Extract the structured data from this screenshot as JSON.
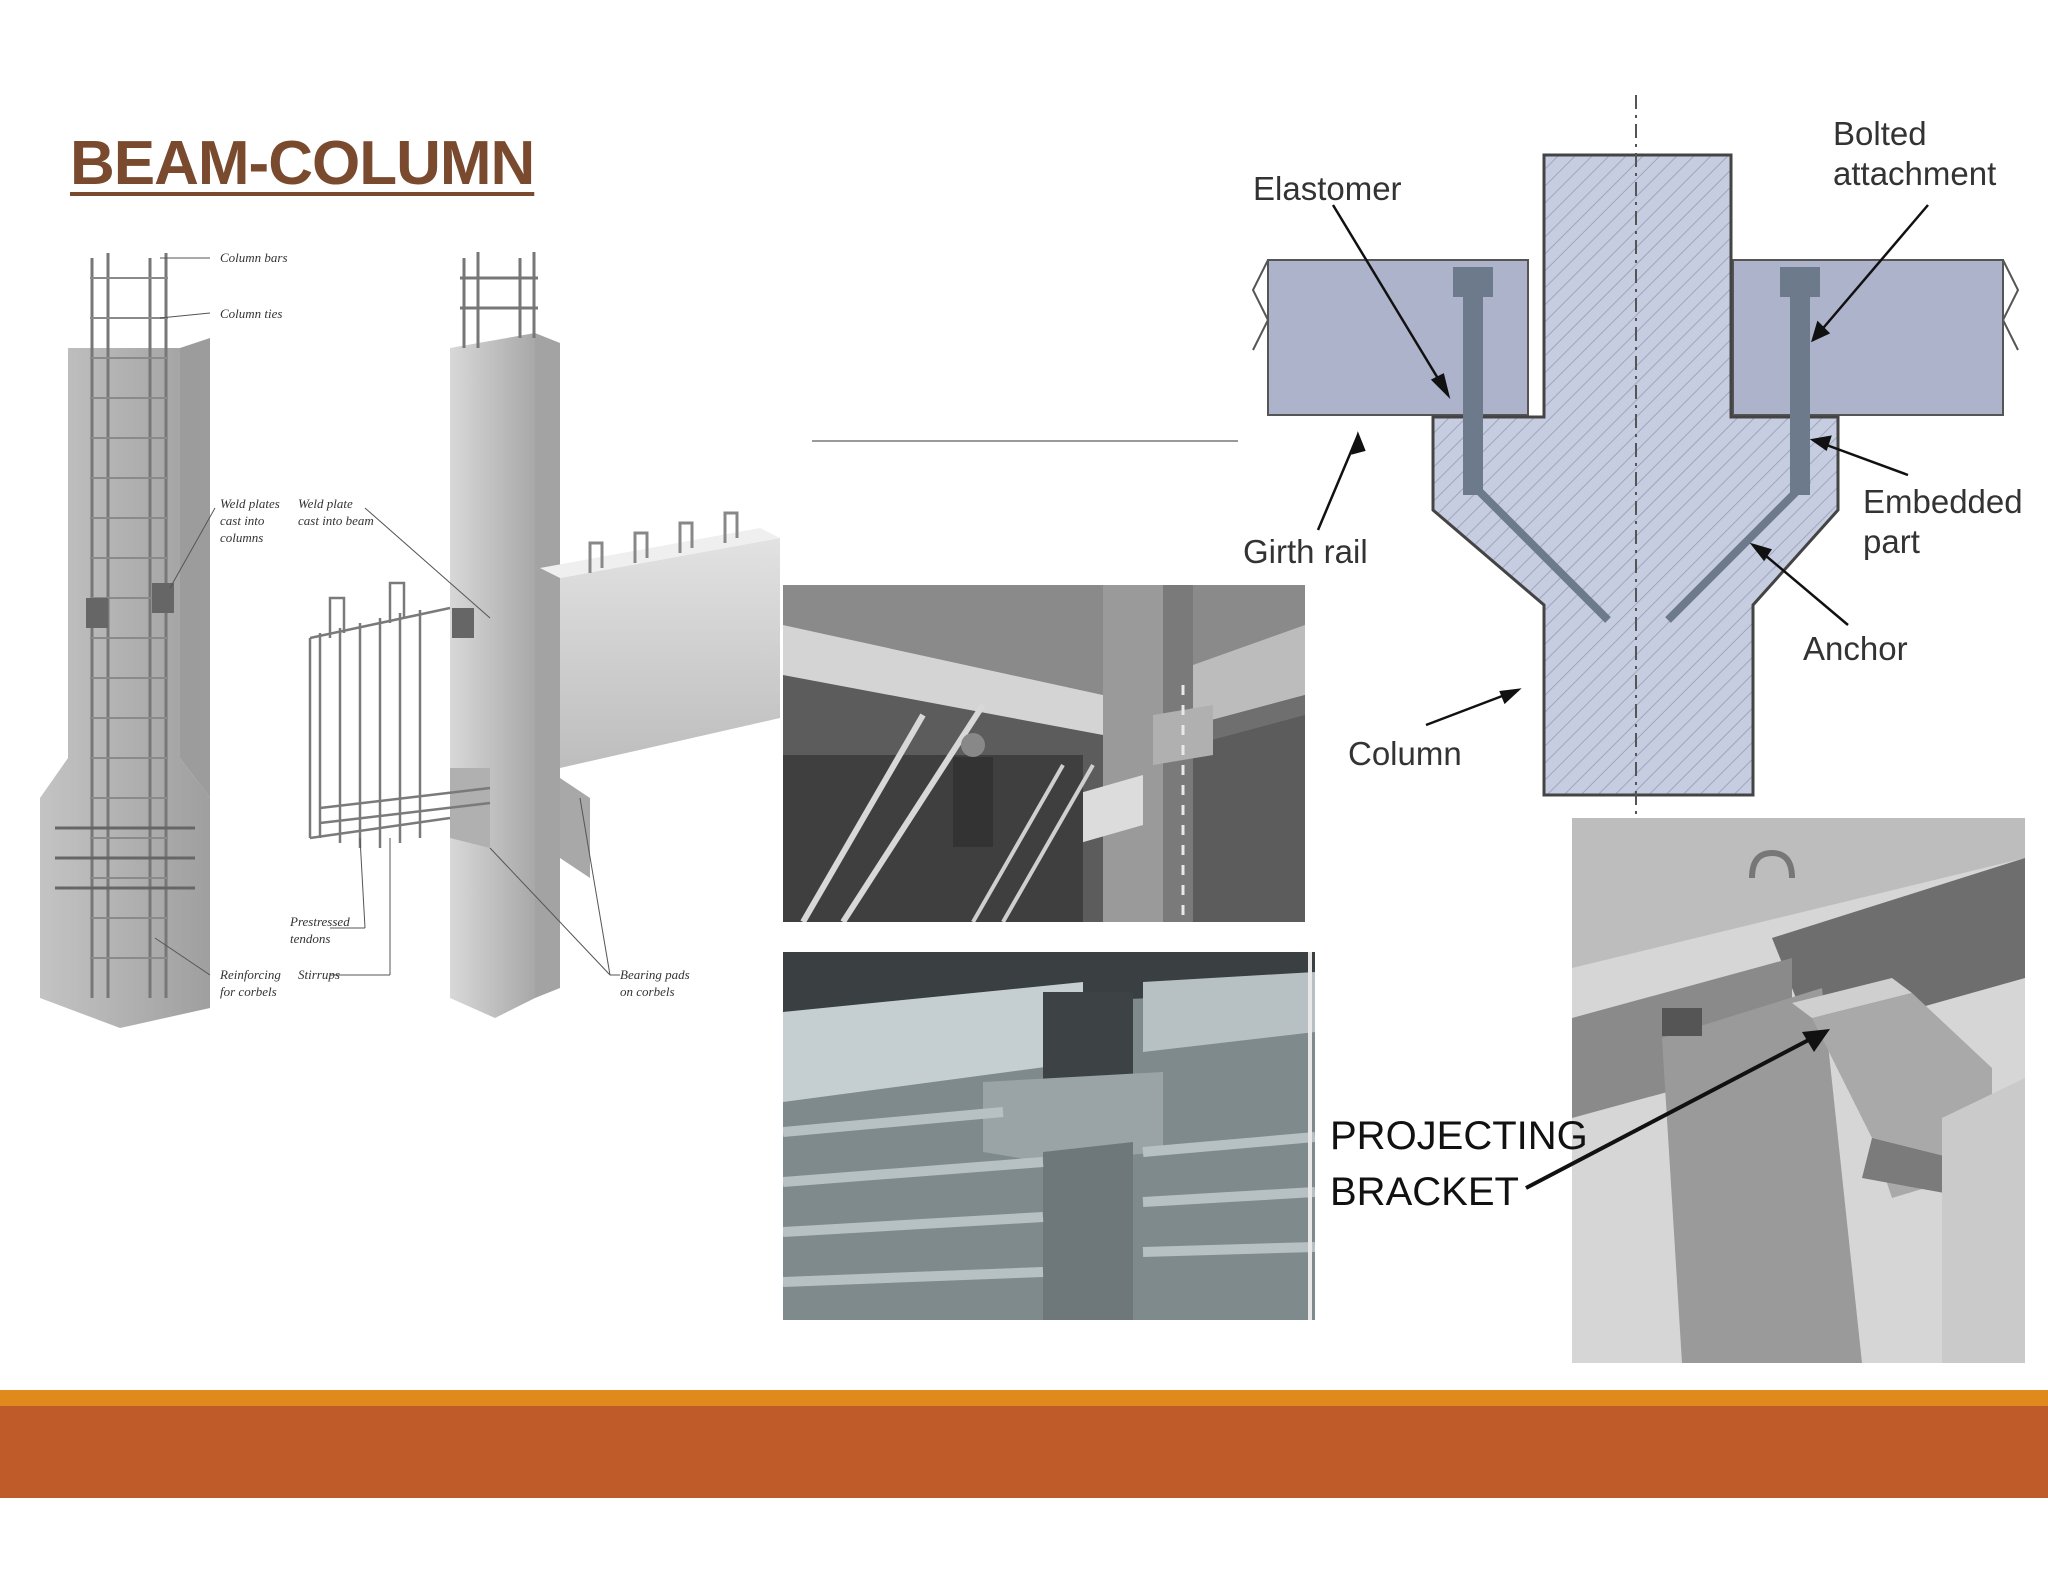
{
  "slide": {
    "title": "BEAM-COLUMN",
    "accent_colors": {
      "title": "#7a4a2e",
      "bar_thin": "#e08a1e",
      "bar_thick": "#bf5a29"
    }
  },
  "left_drawing": {
    "labels": {
      "column_bars": "Column bars",
      "column_ties": "Column ties",
      "weld_plates_column_1": "Weld plates",
      "weld_plates_column_2": "cast into",
      "weld_plates_column_3": "columns",
      "weld_plate_beam_1": "Weld plate",
      "weld_plate_beam_2": "cast into beam",
      "prestressed_1": "Prestressed",
      "prestressed_2": "tendons",
      "stirrups": "Stirrups",
      "reinforcing_1": "Reinforcing",
      "reinforcing_2": "for corbels",
      "bearing_1": "Bearing pads",
      "bearing_2": "on corbels"
    }
  },
  "section_diagram": {
    "labels": {
      "elastomer": "Elastomer",
      "bolted_1": "Bolted",
      "bolted_2": "attachment",
      "girth_rail": "Girth rail",
      "embedded_1": "Embedded",
      "embedded_2": "part",
      "anchor": "Anchor",
      "column": "Column"
    }
  },
  "photos": {
    "bracket_label_line1": "PROJECTING",
    "bracket_label_line2": "BRACKET"
  }
}
